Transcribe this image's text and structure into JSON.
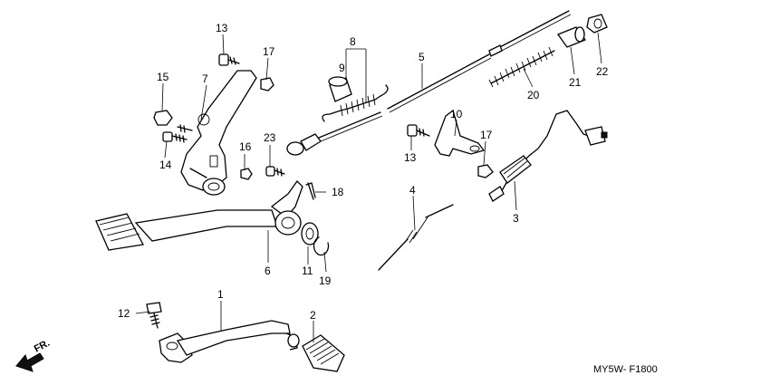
{
  "callouts": {
    "p1": "1",
    "p2": "2",
    "p3": "3",
    "p4": "4",
    "p5": "5",
    "p6": "6",
    "p7": "7",
    "p8": "8",
    "p9": "9",
    "p10": "10",
    "p11": "11",
    "p12": "12",
    "p13a": "13",
    "p13b": "13",
    "p14": "14",
    "p15": "15",
    "p16": "16",
    "p17a": "17",
    "p17b": "17",
    "p18": "18",
    "p19": "19",
    "p20": "20",
    "p21": "21",
    "p22": "22",
    "p23": "23"
  },
  "diagram_code": "MY5W- F1800",
  "direction_label": "FR."
}
